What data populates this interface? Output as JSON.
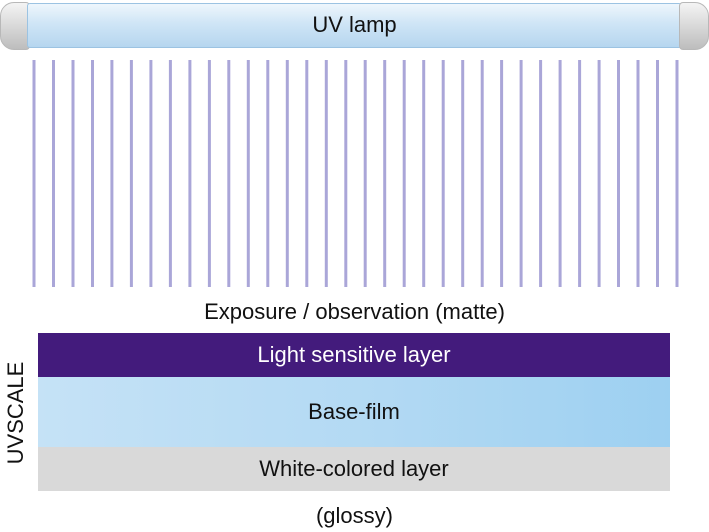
{
  "lamp": {
    "label": "UV lamp"
  },
  "exposure": {
    "label": "Exposure / observation (matte)"
  },
  "layers": {
    "top": "Light sensitive layer",
    "middle": "Base-film",
    "bottom": "White-colored layer"
  },
  "side_label": "UVSCALE",
  "bottom_label": "(glossy)",
  "colors": {
    "light_sensitive_layer": "#431b7c",
    "base_film": "#b2d9f3",
    "white_colored_layer": "#d9d9d9",
    "uv_rays": "#aaa6d8",
    "lamp_tube": "#cfe5f6"
  },
  "uv_rays": {
    "count": 34
  }
}
